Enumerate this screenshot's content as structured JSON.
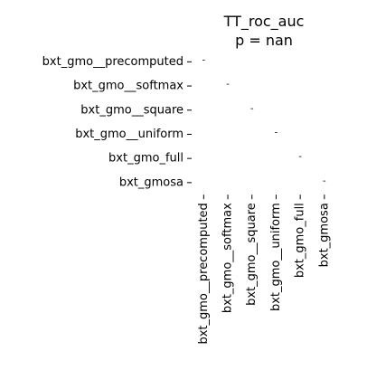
{
  "chart_data": {
    "type": "heatmap",
    "title": "TT_roc_auc",
    "subtitle": "p = nan",
    "row_labels": [
      "bxt_gmo__precomputed",
      "bxt_gmo__softmax",
      "bxt_gmo__square",
      "bxt_gmo__uniform",
      "bxt_gmo_full",
      "bxt_gmosa"
    ],
    "col_labels": [
      "bxt_gmo__precomputed",
      "bxt_gmo__softmax",
      "bxt_gmo__square",
      "bxt_gmo__uniform",
      "bxt_gmo_full",
      "bxt_gmosa"
    ],
    "cells": [
      [
        "-",
        "",
        "",
        "",
        "",
        ""
      ],
      [
        "",
        "-",
        "",
        "",
        "",
        ""
      ],
      [
        "",
        "",
        "-",
        "",
        "",
        ""
      ],
      [
        "",
        "",
        "",
        "-",
        "",
        ""
      ],
      [
        "",
        "",
        "",
        "",
        "-",
        ""
      ],
      [
        "",
        "",
        "",
        "",
        "",
        "-"
      ]
    ],
    "grid": false,
    "legend": "none"
  }
}
